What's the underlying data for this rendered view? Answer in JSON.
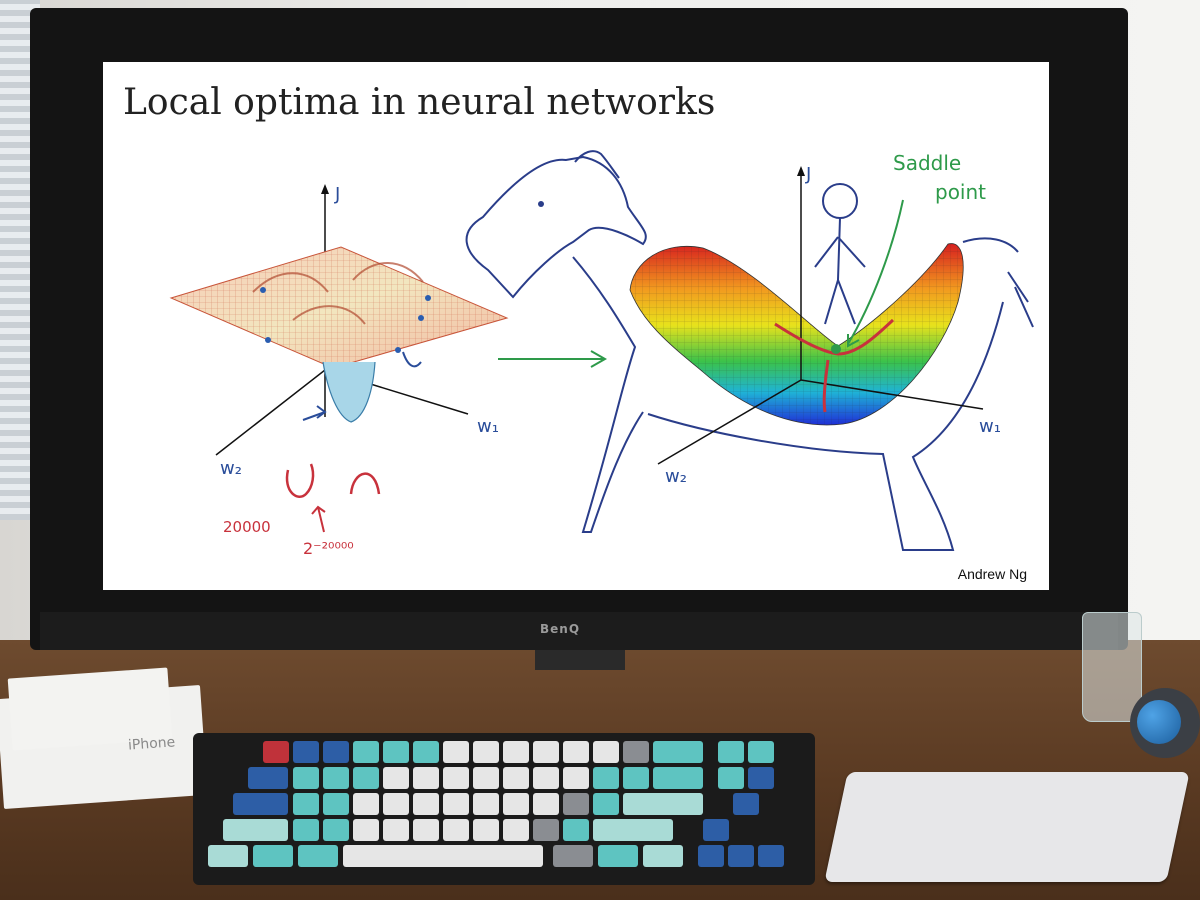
{
  "slide": {
    "title": "Local optima in neural networks",
    "author": "Andrew Ng"
  },
  "annotations": {
    "left_axis_j": "J",
    "left_axis_w1": "w₁",
    "left_axis_w2": "w₂",
    "left_count": "20000",
    "left_probability": "2⁻²⁰⁰⁰⁰",
    "right_axis_j": "J",
    "right_axis_w1": "w₁",
    "right_axis_w2": "w₂",
    "saddle_label_line1": "Saddle",
    "saddle_label_line2": "point"
  },
  "monitor": {
    "brand": "BenQ"
  },
  "desk": {
    "box_label": "iPhone"
  },
  "colors": {
    "annotation_blue": "#2a4d9a",
    "annotation_red": "#c8323c",
    "annotation_green": "#2e9a4a",
    "axis_black": "#111111"
  }
}
